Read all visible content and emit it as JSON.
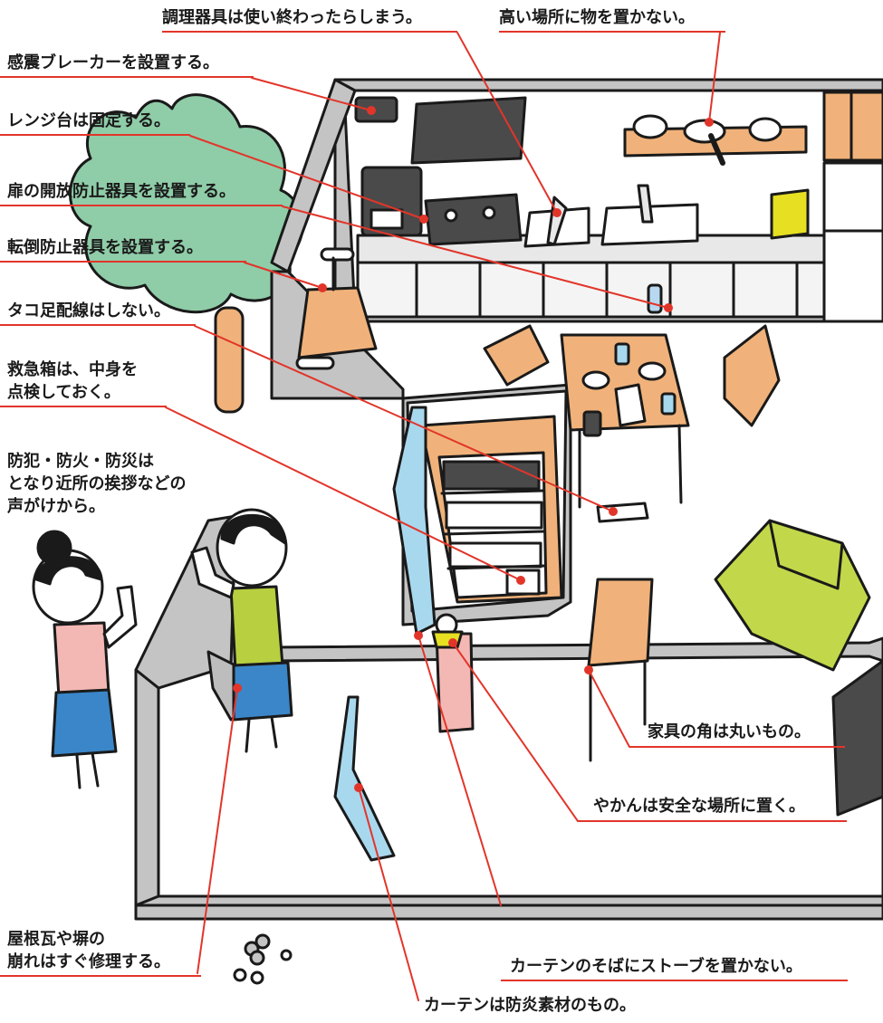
{
  "colors": {
    "leader": "#e2352a",
    "wall": "#c4c4c4",
    "wood": "#f0b27a",
    "tree": "#8fcca8",
    "sofa": "#c2d84a",
    "curtain": "#a8d8ee",
    "outline": "#1a1a1a",
    "shirt_green": "#b8cf3f",
    "shirt_pink": "#f4b8b4",
    "skirt_blue": "#3a86c8"
  },
  "annotations": {
    "cookware": "調理器具は使い終わったらしまう。",
    "high_places": "高い場所に物を置かない。",
    "breaker": "感震ブレーカーを設置する。",
    "stove_stand": "レンジ台は固定する。",
    "door_stopper": "扉の開放防止器具を設置する。",
    "anti_tip": "転倒防止器具を設置する。",
    "octopus_wiring": "タコ足配線はしない。",
    "first_aid_line1": "救急箱は、中身を",
    "first_aid_line2": "点検しておく。",
    "neighbors_line1": "防犯・防火・防災は",
    "neighbors_line2": "となり近所の挨拶などの",
    "neighbors_line3": "声がけから。",
    "furniture_corners": "家具の角は丸いもの。",
    "kettle": "やかんは安全な場所に置く。",
    "roof_line1": "屋根瓦や塀の",
    "roof_line2": "崩れはすぐ修理する。",
    "heater_curtain": "カーテンのそばにストーブを置かない。",
    "curtain_material": "カーテンは防炎素材のもの。"
  }
}
